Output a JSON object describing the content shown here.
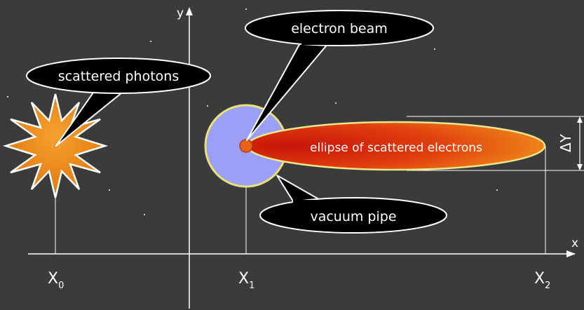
{
  "axes": {
    "y_label": "y",
    "x_label": "x"
  },
  "callouts": {
    "electron_beam": "electron beam",
    "scattered_photons": "scattered photons",
    "vacuum_pipe": "vacuum pipe"
  },
  "ellipse_label": "ellipse of scattered electrons",
  "delta_y": {
    "symbol": "Δ",
    "var": "Y"
  },
  "x_markers": [
    {
      "base": "X",
      "sub": "0"
    },
    {
      "base": "X",
      "sub": "1"
    },
    {
      "base": "X",
      "sub": "2"
    }
  ],
  "colors": {
    "background": "#3b3b3b",
    "pipe_fill": "#9b9ff5",
    "pipe_stroke": "#e8e07a",
    "ellipse_inner": "#d42010",
    "ellipse_outer": "#f08a1a",
    "star_fill": "#f0901c",
    "callout_fill": "#000000",
    "callout_stroke": "#ffffff",
    "line": "#ffffff"
  }
}
